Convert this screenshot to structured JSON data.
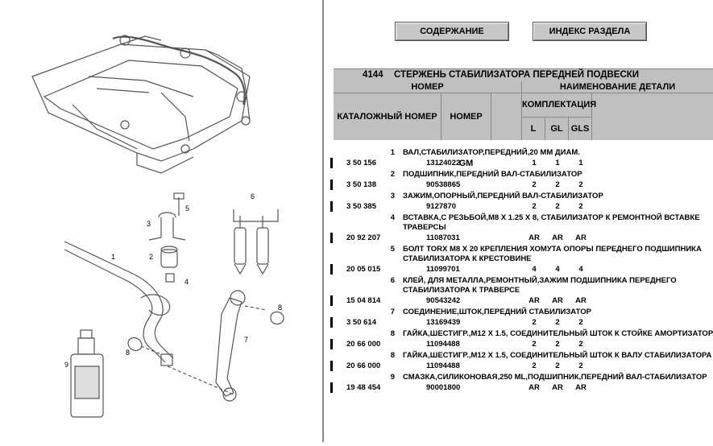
{
  "nav": {
    "contents_label": "СОДЕРЖАНИЕ",
    "index_label": "ИНДЕКС РАЗДЕЛА"
  },
  "section": {
    "code": "4144",
    "title": "СТЕРЖЕНЬ СТАБИЛИЗАТОРА ПЕРЕДНЕЙ ПОДВЕСКИ"
  },
  "table_header": {
    "number_group": "НОМЕР",
    "name_group": "НАИМЕНОВАНИЕ ДЕТАЛИ",
    "catalog_no": "КАТАЛОЖНЫЙ НОМЕР",
    "gm_no": "НОМЕР GM",
    "completion": "КОМПЛЕКТАЦИЯ",
    "trims": [
      "L",
      "GL",
      "GLS"
    ]
  },
  "diagram_callouts": [
    "1",
    "2",
    "3",
    "4",
    "5",
    "6",
    "7",
    "8",
    "8",
    "9"
  ],
  "parts": [
    {
      "item": "1",
      "desc": "ВАЛ,СТАБИЛИЗАТОР,ПЕРЕДНИЙ,20 ММ ДИАМ.",
      "cat": "3 50 156",
      "gm": "13124022",
      "q": [
        "1",
        "1",
        "1"
      ]
    },
    {
      "item": "2",
      "desc": "ПОДШИПНИК,ПЕРЕДНИЙ ВАЛ-СТАБИЛИЗАТОР",
      "cat": "3 50 138",
      "gm": "90538865",
      "q": [
        "2",
        "2",
        "2"
      ]
    },
    {
      "item": "3",
      "desc": "ЗАЖИМ,ОПОРНЫЙ,ПЕРЕДНИЙ ВАЛ-СТАБИЛИЗАТОР",
      "cat": "3 50 385",
      "gm": "9127870",
      "q": [
        "2",
        "2",
        "2"
      ]
    },
    {
      "item": "4",
      "desc": "ВСТАВКА,С РЕЗЬБОЙ,M8 X 1.25 X 8, СТАБИЛИЗАТОР К РЕМОНТНОЙ ВСТАВКЕ ТРАВЕРСЫ",
      "cat": "20 92 207",
      "gm": "11087031",
      "q": [
        "AR",
        "AR",
        "AR"
      ]
    },
    {
      "item": "5",
      "desc": "БОЛТ TORX M8 X 20 КРЕПЛЕНИЯ ХОМУТА ОПОРЫ ПЕРЕДНЕГО ПОДШИПНИКА СТАБИЛИЗАТОРА К КРЕСТОВИНЕ",
      "cat": "20 05 015",
      "gm": "11099701",
      "q": [
        "4",
        "4",
        "4"
      ]
    },
    {
      "item": "6",
      "desc": "КЛЕЙ, ДЛЯ МЕТАЛЛА,РЕМОНТНЫЙ,ЗАЖИМ ПОДШИПНИКА ПЕРЕДНЕГО СТАБИЛИЗАТОРА К ТРАВЕРСЕ",
      "cat": "15 04 814",
      "gm": "90543242",
      "q": [
        "AR",
        "AR",
        "AR"
      ]
    },
    {
      "item": "7",
      "desc": "СОЕДИНЕНИЕ,ШТОК,ПЕРЕДНИЙ СТАБИЛИЗАТОР",
      "cat": "3 50 614",
      "gm": "13169439",
      "q": [
        "2",
        "2",
        "2"
      ]
    },
    {
      "item": "8",
      "desc": "ГАЙКА,ШЕСТИГР.,M12 X 1.5, СОЕДИНИТЕЛЬНЫЙ ШТОК К СТОЙКЕ АМОРТИЗАТОРА",
      "cat": "20 66 000",
      "gm": "11094488",
      "q": [
        "2",
        "2",
        "2"
      ]
    },
    {
      "item": "8",
      "desc": "ГАЙКА,ШЕСТИГР.,M12 X 1.5, СОЕДИНИТЕЛЬНЫЙ ШТОК К ВАЛУ СТАБИЛИЗАТОРА",
      "cat": "20 66 000",
      "gm": "11094488",
      "q": [
        "2",
        "2",
        "2"
      ]
    },
    {
      "item": "9",
      "desc": "СМАЗКА,СИЛИКОНОВАЯ,250 ML,ПОДШИПНИК,ПЕРЕДНИЙ ВАЛ-СТАБИЛИЗАТОР",
      "cat": "19 48 454",
      "gm": "90001800",
      "q": [
        "AR",
        "AR",
        "AR"
      ]
    }
  ]
}
